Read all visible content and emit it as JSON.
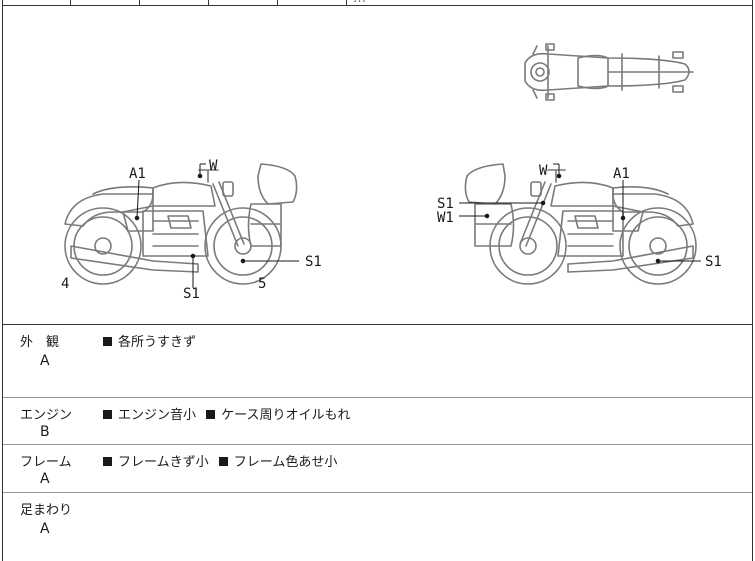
{
  "header": {
    "cut_text": "…"
  },
  "diagram": {
    "left_labels": {
      "a1": "A1",
      "w": "W",
      "s1_mid": "S1",
      "s1_right": "S1",
      "n4": "4",
      "n5": "5"
    },
    "right_labels": {
      "w": "W",
      "a1": "A1",
      "s1_left": "S1",
      "w1_left": "W1",
      "s1_right": "S1"
    }
  },
  "rows": [
    {
      "label": "外　観",
      "grade": "A",
      "notes": [
        "各所うすきず"
      ]
    },
    {
      "label": "エンジン",
      "grade": "B",
      "notes": [
        "エンジン音小",
        "ケース周りオイルもれ"
      ]
    },
    {
      "label": "フレーム",
      "grade": "A",
      "notes": [
        "フレームきず小",
        "フレーム色あせ小"
      ]
    },
    {
      "label": "足まわり",
      "grade": "A",
      "notes": []
    }
  ]
}
